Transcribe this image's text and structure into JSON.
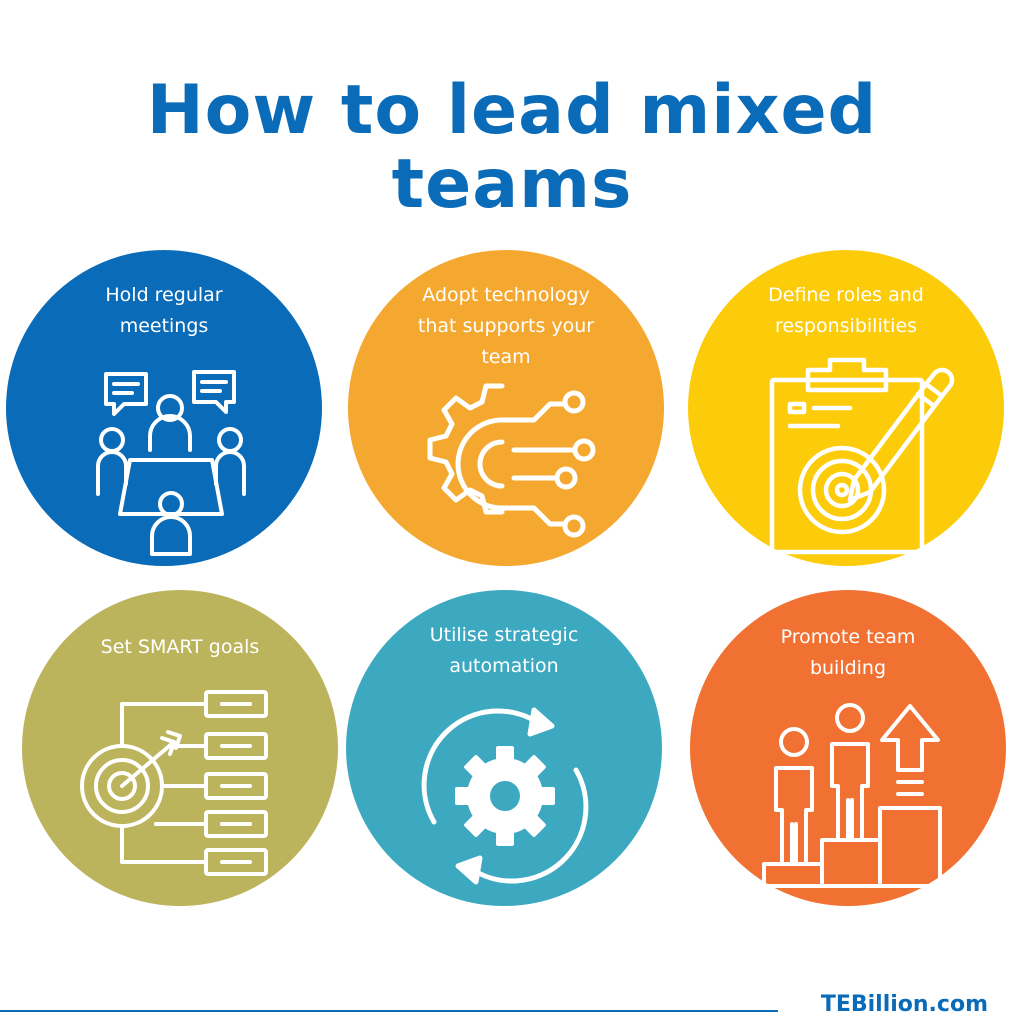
{
  "title": {
    "line1": "How to lead mixed",
    "line2": "teams"
  },
  "colors": {
    "title": "#0a6bb8",
    "circle_1": "#0a6bb8",
    "circle_2": "#f5a830",
    "circle_3": "#fccc0a",
    "circle_4": "#bcb45c",
    "circle_5": "#3ca9c0",
    "circle_6": "#f17132",
    "icon_stroke": "#ffffff"
  },
  "items": [
    {
      "line1": "Hold regular",
      "line2": "meetings",
      "icon": "team-meeting-icon"
    },
    {
      "line1": "Adopt technology",
      "line2": "that supports your",
      "line3": "team",
      "icon": "gear-circuit-icon"
    },
    {
      "line1": "Define roles and",
      "line2": "responsibilities",
      "icon": "clipboard-target-icon"
    },
    {
      "line1": "Set SMART goals",
      "icon": "target-flowchart-icon"
    },
    {
      "line1": "Utilise strategic",
      "line2": "automation",
      "icon": "gear-cycle-icon"
    },
    {
      "line1": "Promote team",
      "line2": "building",
      "icon": "people-steps-icon"
    }
  ],
  "footer": {
    "brand": "TEBillion.com"
  }
}
